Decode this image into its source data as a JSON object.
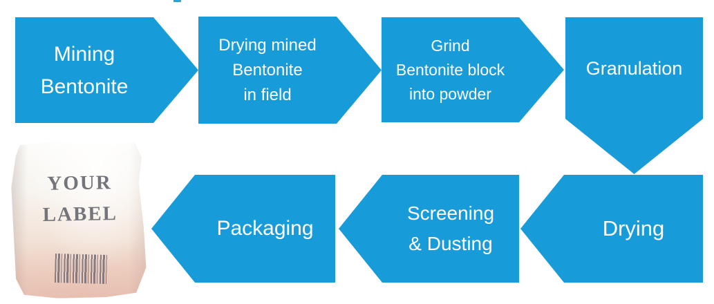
{
  "colors": {
    "accent_blue": "#189CD9",
    "text_on_blue": "#FFFFFF",
    "bag_label_gray": "#74747B"
  },
  "diagram": {
    "steps": [
      {
        "id": "mining-bentonite",
        "shape": "arrow-right",
        "lines": [
          "Mining",
          "Bentonite"
        ]
      },
      {
        "id": "drying-field",
        "shape": "arrow-right",
        "lines": [
          "Drying mined",
          "Bentonite",
          "in field"
        ]
      },
      {
        "id": "grind-powder",
        "shape": "arrow-right",
        "lines": [
          "Grind",
          "Bentonite block",
          "into powder"
        ]
      },
      {
        "id": "granulation",
        "shape": "arrow-down",
        "lines": [
          "Granulation"
        ]
      },
      {
        "id": "drying",
        "shape": "arrow-left",
        "lines": [
          "Drying"
        ]
      },
      {
        "id": "screening-dusting",
        "shape": "arrow-left",
        "lines": [
          "Screening",
          "& Dusting"
        ]
      },
      {
        "id": "packaging",
        "shape": "arrow-left",
        "lines": [
          "Packaging"
        ]
      }
    ],
    "package": {
      "label_line1": "YOUR",
      "label_line2": "LABEL"
    }
  }
}
